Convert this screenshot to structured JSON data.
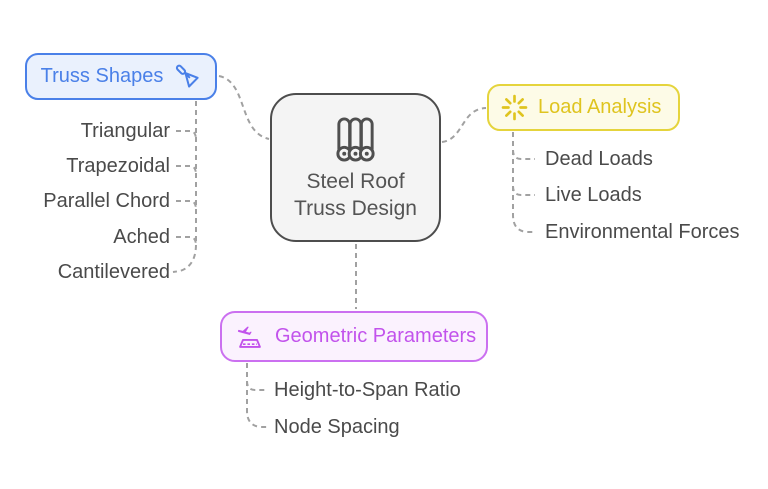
{
  "center": {
    "line1": "Steel Roof",
    "line2": "Truss Design",
    "icon": "steel-rolls"
  },
  "truss": {
    "label": "Truss Shapes",
    "icon": "trowel",
    "items": [
      "Triangular",
      "Trapezoidal",
      "Parallel Chord",
      "Ached",
      "Cantilevered"
    ]
  },
  "load": {
    "label": "Load Analysis",
    "icon": "sun-rays",
    "items": [
      "Dead Loads",
      "Live Loads",
      "Environmental Forces"
    ]
  },
  "geo": {
    "label": "Geometric Parameters",
    "icon": "plane-ramp",
    "items": [
      "Height-to-Span Ratio",
      "Node Spacing"
    ]
  },
  "colors": {
    "truss_accent": "#4a80e8",
    "truss_bg": "#eaf1fd",
    "load_border": "#e5d43c",
    "load_accent": "#dfc41f",
    "load_bg": "#fdfbe7",
    "geo_border": "#cb70f0",
    "geo_accent": "#c253ec",
    "geo_bg": "#fbf2fe",
    "center_border": "#4d4d4d",
    "center_bg": "#f4f4f4",
    "center_icon": "#4f4f4f",
    "center_text": "#545454",
    "item_text": "#4a4a4a",
    "connector": "#a1a1a1"
  }
}
